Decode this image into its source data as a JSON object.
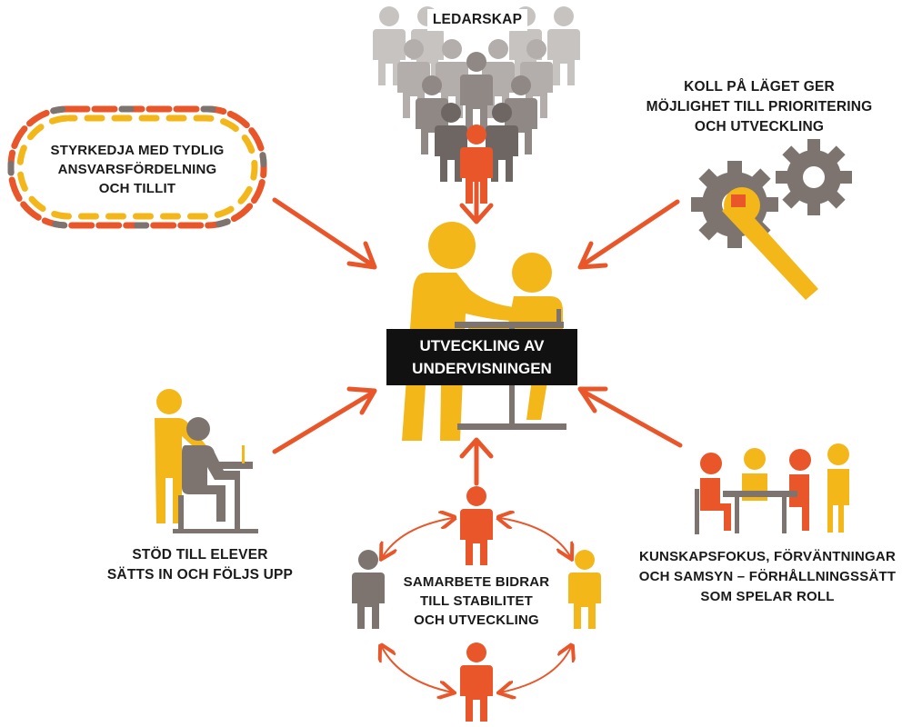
{
  "colors": {
    "orange": "#e8562a",
    "yellow": "#f4b71a",
    "gray": "#7d7470",
    "lightgray": "#c7c3c1",
    "dark": "#111111"
  },
  "center": {
    "lines": [
      "UTVECKLING AV",
      "UNDERVISNINGEN"
    ]
  },
  "nodes": {
    "leadership": {
      "lines": [
        "LEDARSKAP"
      ],
      "icon": "people-crowd-icon"
    },
    "responsibility_chain": {
      "lines": [
        "STYRKEDJA MED TYDLIG",
        "ANSVARSFÖRDELNING",
        "OCH TILLIT"
      ],
      "icon": "chain-icon"
    },
    "overview": {
      "lines": [
        "KOLL PÅ LÄGET GER",
        "MÖJLIGHET TILL PRIORITERING",
        "OCH UTVECKLING"
      ],
      "icon": "gears-wrench-icon"
    },
    "student_support": {
      "lines": [
        "STÖD TILL ELEVER",
        "SÄTTS IN OCH FÖLJS UPP"
      ],
      "icon": "teacher-student-icon"
    },
    "collaboration": {
      "lines": [
        "SAMARBETE BIDRAR",
        "TILL STABILITET",
        "OCH UTVECKLING"
      ],
      "icon": "people-circle-icon"
    },
    "knowledge_focus": {
      "lines": [
        "KUNSKAPSFOKUS, FÖRVÄNTNINGAR",
        "OCH SAMSYN – FÖRHÅLLNINGSSÄTT",
        "SOM SPELAR ROLL"
      ],
      "icon": "meeting-table-icon"
    }
  }
}
